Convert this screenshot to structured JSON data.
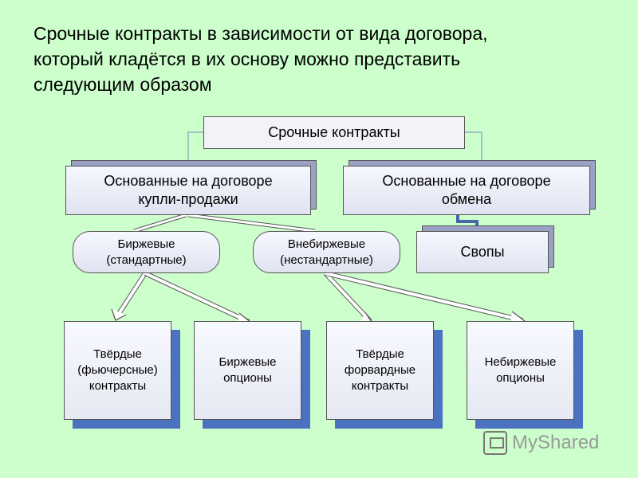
{
  "title_lines": [
    "Срочные контракты в зависимости от вида договора,",
    "который кладётся в их основу можно представить",
    "следующим образом"
  ],
  "diagram": {
    "root": "Срочные контракты",
    "level1": {
      "buy_sell": [
        "Основанные на договоре",
        "купли-продажи"
      ],
      "exchange": [
        "Основанные на договоре",
        "обмена"
      ]
    },
    "level2": {
      "exchange_traded": [
        "Биржевые",
        "(стандартные)"
      ],
      "otc": [
        "Внебиржевые",
        "(нестандартные)"
      ],
      "swaps": "Свопы"
    },
    "level3": [
      [
        "Твёрдые",
        "(фьючерсные)",
        "контракты"
      ],
      [
        "Биржевые",
        "опционы"
      ],
      [
        "Твёрдые",
        "форвардные",
        "контракты"
      ],
      [
        "Небиржевые",
        "опционы"
      ]
    ]
  },
  "watermark": "MyShared",
  "colors": {
    "background": "#ccffcc",
    "box_fill": "#eef0fa",
    "shadow_blue": "#4a72c0",
    "connector": "#4466aa"
  }
}
